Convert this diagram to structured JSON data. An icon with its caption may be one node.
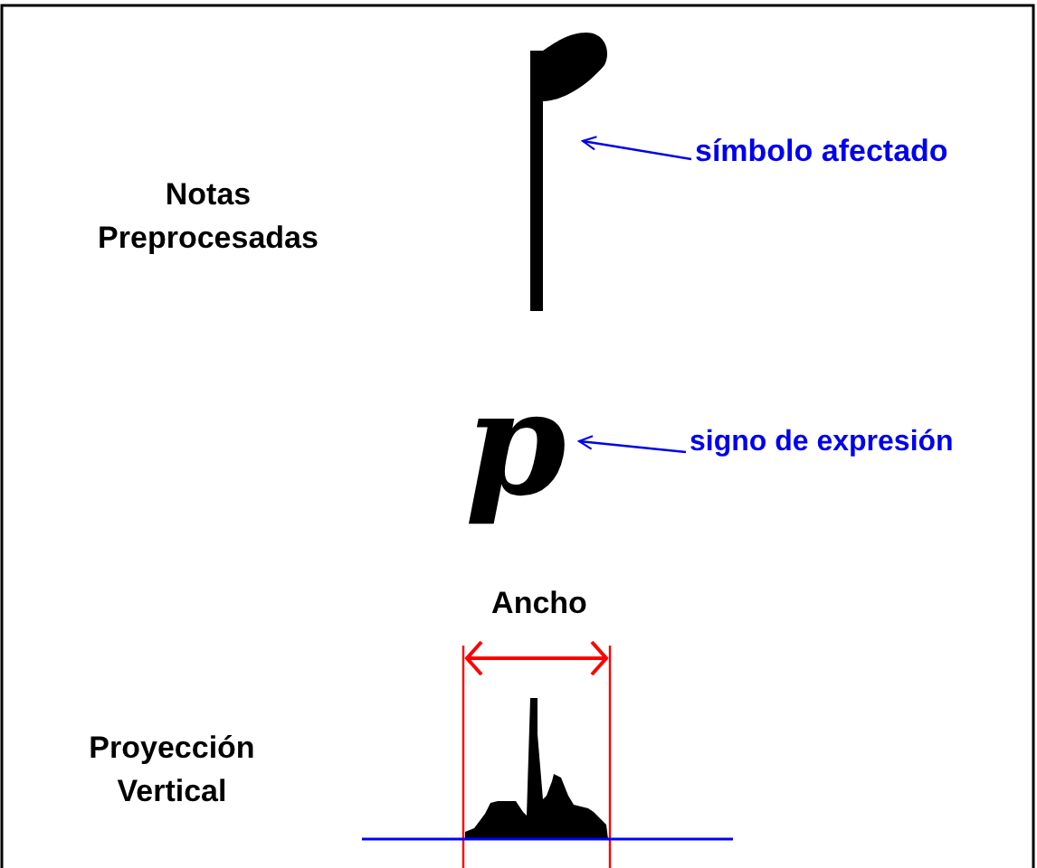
{
  "diagram": {
    "nodes": [
      {
        "text": [],
        "shape": "picture"
      },
      {
        "text": [
          "símbolo afectado"
        ]
      },
      {
        "text": [
          "p"
        ]
      },
      {
        "text": [
          "signo de expresión"
        ]
      }
    ],
    "edges": [
      {
        "from": 1,
        "to": 0,
        "arrow": "to"
      },
      {
        "from": 3,
        "to": 2,
        "arrow": "to"
      }
    ],
    "labels": [
      "Notas Preprocesadas",
      "Ancho",
      "Proyección Vertical"
    ]
  }
}
